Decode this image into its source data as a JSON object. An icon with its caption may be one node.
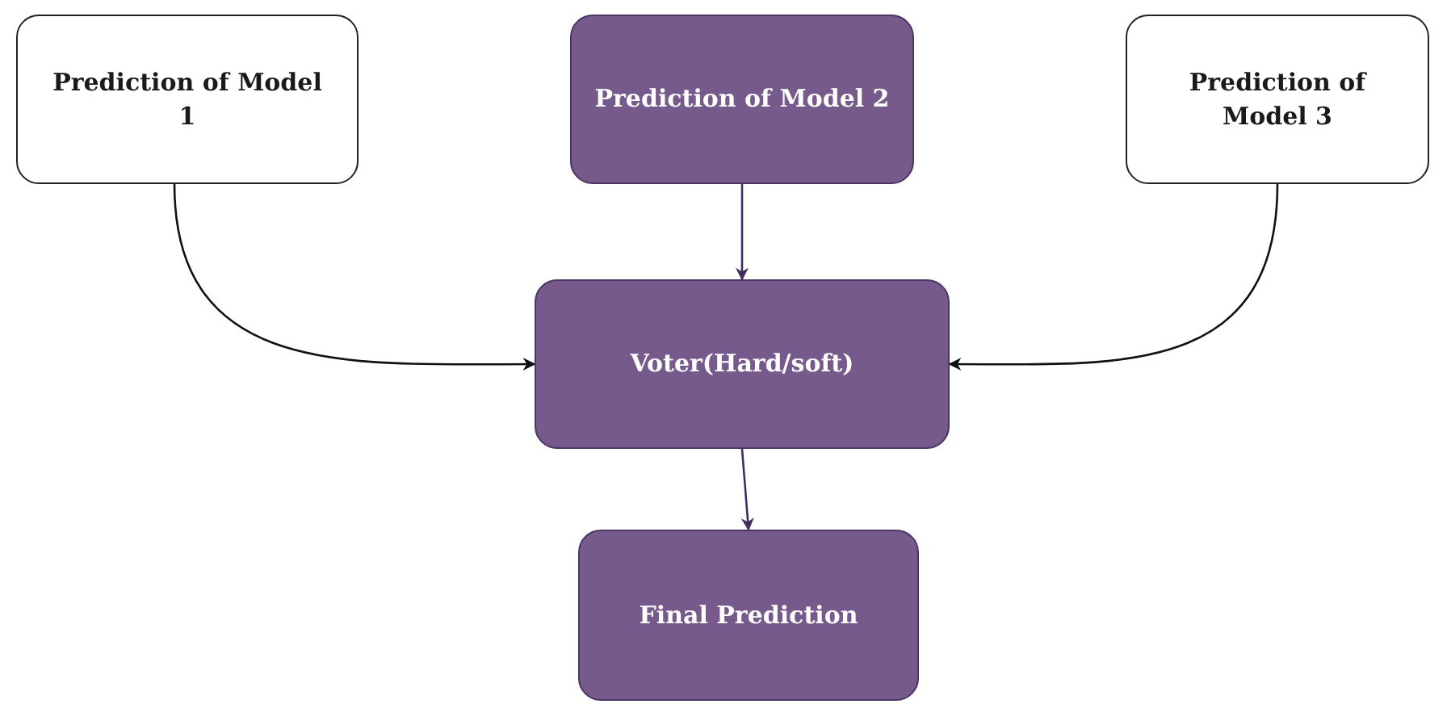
{
  "diagram": {
    "nodes": [
      {
        "text": [
          "Prediction of Model 1"
        ]
      },
      {
        "text": [
          "Prediction of Model 2"
        ]
      },
      {
        "text": [
          "Voter(Hard/soft)"
        ]
      },
      {
        "text": [
          "Prediction of Model 3"
        ]
      },
      {
        "text": [
          "Final Prediction"
        ]
      }
    ],
    "edges": [
      {
        "from": 0,
        "to": 2,
        "arrow": "to"
      },
      {
        "from": 1,
        "to": 2,
        "arrow": "to",
        "color": "#432d5e"
      },
      {
        "from": 3,
        "to": 2,
        "arrow": "to"
      },
      {
        "from": 2,
        "to": 4,
        "arrow": "to",
        "color": "#432d5e"
      }
    ]
  }
}
